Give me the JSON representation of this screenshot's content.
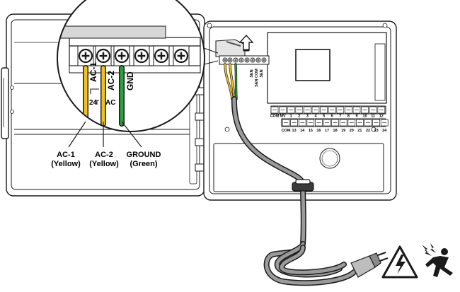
{
  "callouts": [
    {
      "id": "ac1",
      "line1": "AC-1",
      "line2": "(Yellow)"
    },
    {
      "id": "ac2",
      "line1": "AC-2",
      "line2": "(Yellow)"
    },
    {
      "id": "gnd",
      "line1": "GROUND",
      "line2": "(Green)"
    }
  ],
  "wire_labels": {
    "ac1": "AC-1",
    "ac2": "AC-2",
    "gnd": "GND",
    "v24": "24",
    "vac": "AC"
  },
  "terminal_top_labels": [
    "COM",
    "MV",
    "1",
    "2",
    "3",
    "4",
    "5",
    "6",
    "7",
    "8",
    "9",
    "10",
    "11",
    "12"
  ],
  "terminal_bottom_labels": [
    "COM",
    "13",
    "14",
    "15",
    "16",
    "17",
    "18",
    "19",
    "20",
    "21",
    "22",
    "23",
    "24"
  ],
  "sensor_labels": [
    "SEN",
    "SEN COM",
    "SEN"
  ],
  "warnings": [
    {
      "name": "electrical-hazard-icon"
    },
    {
      "name": "electric-shock-icon"
    }
  ],
  "colors": {
    "yellow_wire": "#f2c21b",
    "green_wire": "#2aa33a",
    "outline": "#1a1a1a",
    "housing": "#ffffff"
  }
}
